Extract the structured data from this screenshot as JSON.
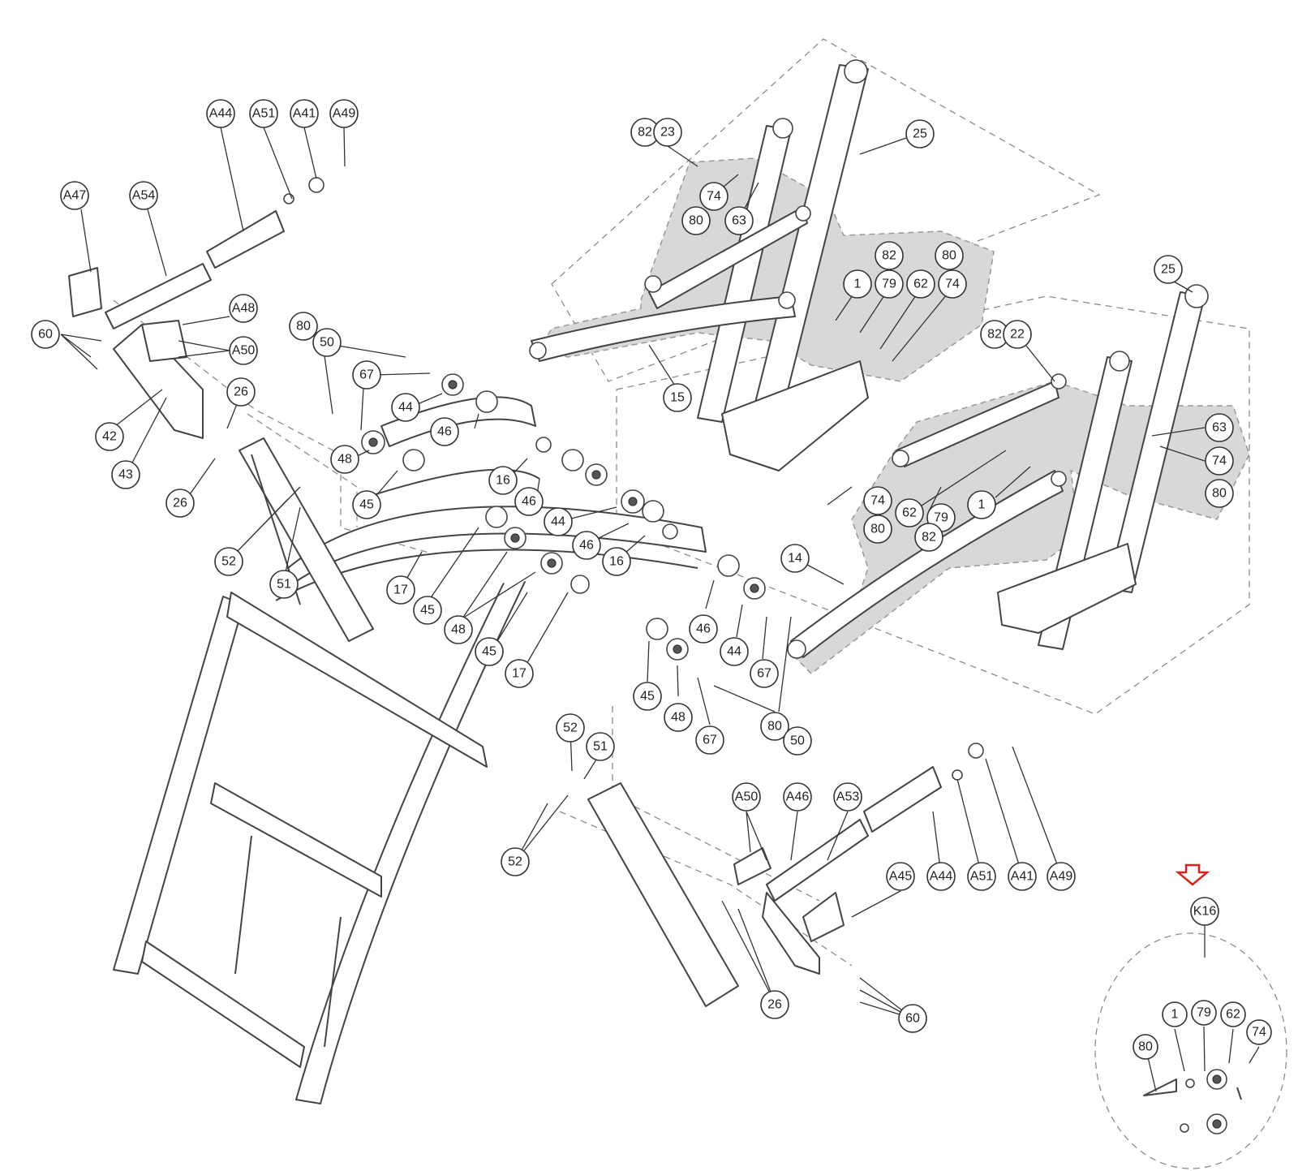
{
  "diagram": {
    "kit_marker_color": "#d9231f",
    "labels": {
      "a44_top": "A44",
      "a51_top": "A51",
      "a41_top": "A41",
      "a49_top": "A49",
      "a47": "A47",
      "a54": "A54",
      "a48": "A48",
      "a50_left": "A50",
      "p60_left": "60",
      "p42": "42",
      "p43": "43",
      "p26_l1": "26",
      "p26_l2": "26",
      "p52_l": "52",
      "p51_l": "51",
      "p80_c": "80",
      "p50_c": "50",
      "p67_c": "67",
      "p44_c": "44",
      "p46_c": "46",
      "p48_c": "48",
      "p45_c": "45",
      "p16_a": "16",
      "p46_b": "46",
      "p44_b": "44",
      "p17_a": "17",
      "p45_b": "45",
      "p48_b": "48",
      "p45_c2": "45",
      "p17_b": "17",
      "p46_d": "46",
      "p16_b": "16",
      "p46_e": "46",
      "p44_d": "44",
      "p67_d": "67",
      "p45_d": "45",
      "p48_d": "48",
      "p67_e": "67",
      "p80_d": "80",
      "p50_d": "50",
      "p82_23a": "82",
      "p23": "23",
      "p25_a": "25",
      "p74_a": "74",
      "p80_a": "80",
      "p63_a": "63",
      "p82_a": "82",
      "p80_b": "80",
      "p1_a": "1",
      "p79_a": "79",
      "p62_a": "62",
      "p74_b": "74",
      "p15": "15",
      "p25_b": "25",
      "p82_22": "82",
      "p22": "22",
      "p63_b": "63",
      "p74_c": "74",
      "p80_e": "80",
      "p74_d": "74",
      "p62_b": "62",
      "p79_b": "79",
      "p1_b": "1",
      "p80_f": "80",
      "p82_b": "82",
      "p14": "14",
      "p52_r1": "52",
      "p51_r": "51",
      "p52_r2": "52",
      "a50_r": "A50",
      "a46": "A46",
      "a53": "A53",
      "a45": "A45",
      "a44_r": "A44",
      "a51_r": "A51",
      "a41_r": "A41",
      "a49_r": "A49",
      "p26_r": "26",
      "p60_r": "60",
      "k16": "K16",
      "k80": "80",
      "k1": "1",
      "k79": "79",
      "k62": "62",
      "k74": "74"
    }
  }
}
